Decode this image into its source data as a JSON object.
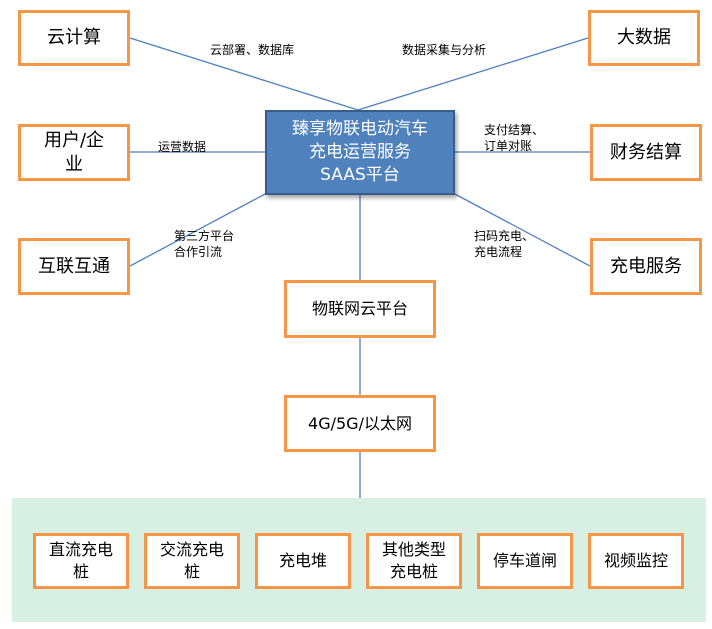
{
  "colors": {
    "node_border": "#F79646",
    "center_fill": "#4F81BD",
    "center_border": "#385D8A",
    "connector": "#4F81BD",
    "panel_fill": "#D7F0E3"
  },
  "center": {
    "label": "臻享物联电动汽车\n充电运营服务\nSAAS平台"
  },
  "nodes": {
    "cloud_computing": "云计算",
    "big_data": "大数据",
    "user_enterprise": "用户/企\n业",
    "finance_settlement": "财务结算",
    "interconnect": "互联互通",
    "charging_service": "充电服务",
    "iot_cloud": "物联网云平台",
    "network": "4G/5G/以太网"
  },
  "edge_labels": {
    "cloud_deploy": "云部署、数据库",
    "data_collection": "数据采集与分析",
    "operation_data": "运营数据",
    "payment": "支付结算、\n订单对账",
    "third_party": "第三方平台\n合作引流",
    "scan_charge": "扫码充电、\n充电流程"
  },
  "devices": [
    {
      "label": "直流充电\n桩"
    },
    {
      "label": "交流充电\n桩"
    },
    {
      "label": "充电堆"
    },
    {
      "label": "其他类型\n充电桩"
    },
    {
      "label": "停车道闸"
    },
    {
      "label": "视频监控"
    }
  ]
}
